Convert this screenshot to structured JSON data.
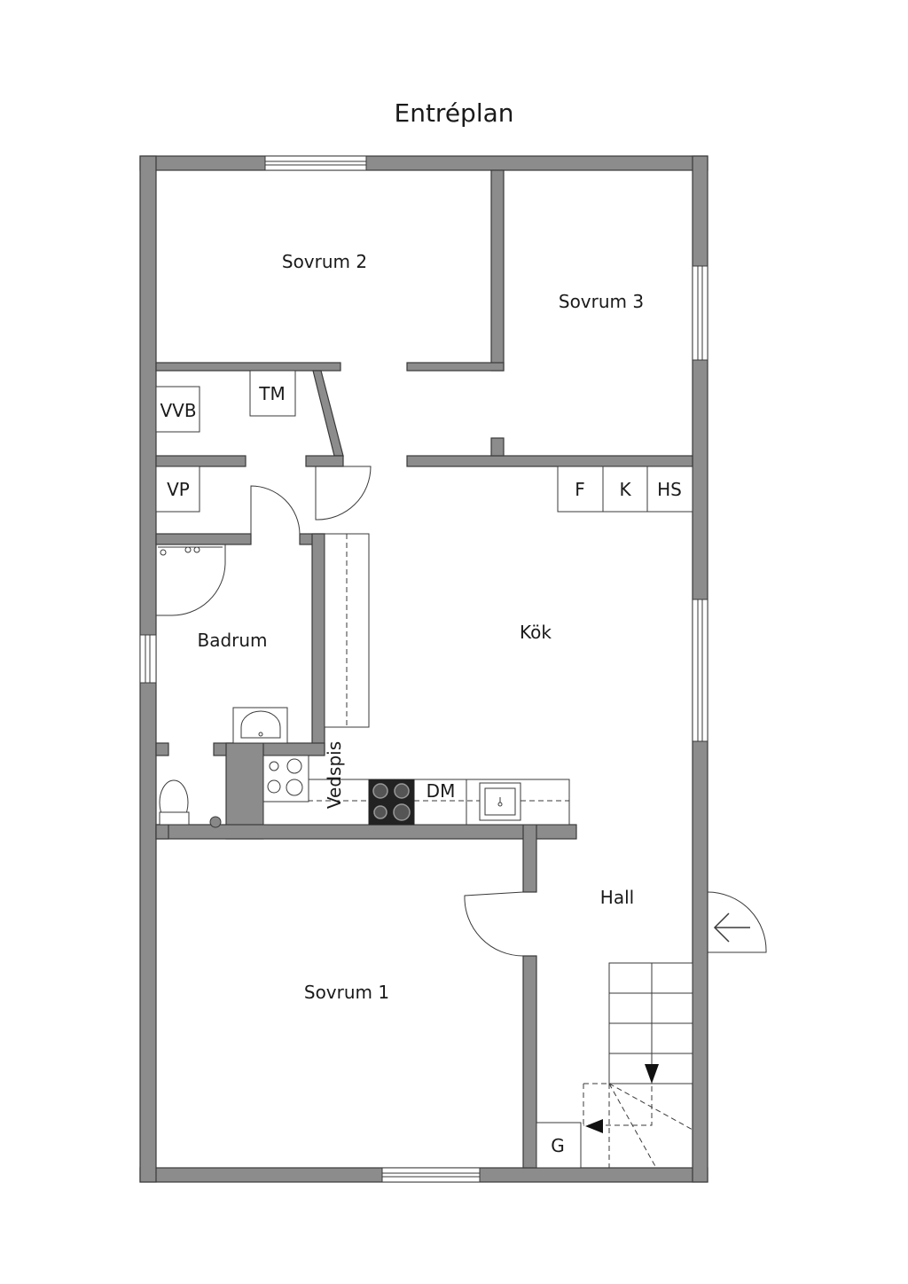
{
  "title": "Entréplan",
  "rooms": {
    "sovrum2": "Sovrum 2",
    "sovrum3": "Sovrum 3",
    "kok": "Kök",
    "badrum": "Badrum",
    "hall": "Hall",
    "sovrum1": "Sovrum 1"
  },
  "fixtures": {
    "tm": "TM",
    "vvb": "VVB",
    "vp": "VP",
    "f": "F",
    "k": "K",
    "hs": "HS",
    "dm": "DM",
    "vedspis": "Vedspis",
    "g": "G"
  }
}
